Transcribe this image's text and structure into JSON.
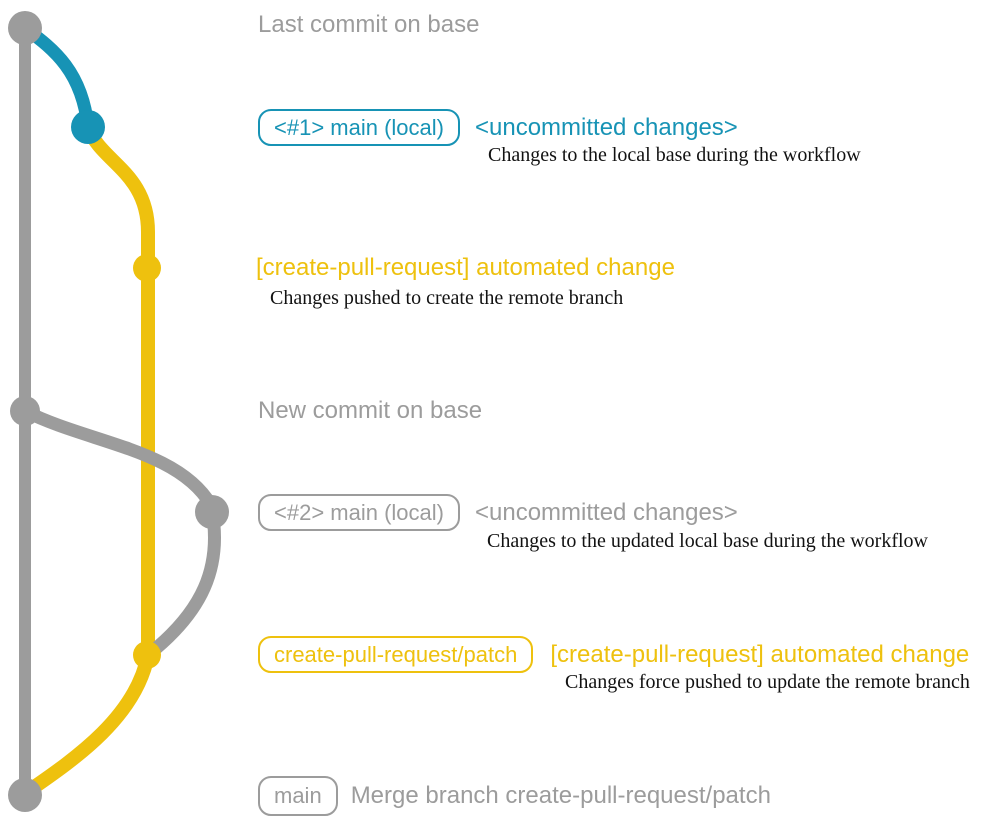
{
  "colors": {
    "gray": "#9c9c9c",
    "blue": "#1793b5",
    "yellow": "#eec10e",
    "ink": "#121212"
  },
  "graph": {
    "lanes": [
      {
        "name": "base",
        "color": "gray"
      },
      {
        "name": "local main changes",
        "color": "blue"
      },
      {
        "name": "create-pull-request/patch",
        "color": "yellow"
      }
    ],
    "commit_dots": [
      "gray",
      "blue",
      "yellow",
      "gray",
      "gray",
      "yellow",
      "gray"
    ]
  },
  "annotations": {
    "rows": [
      {
        "heading": "Last commit on base"
      },
      {
        "badge": "<#1> main (local)",
        "label": "<uncommitted changes>",
        "desc": "Changes to the local base during the workflow"
      },
      {
        "label": "[create-pull-request] automated change",
        "desc": "Changes pushed to create the remote branch"
      },
      {
        "heading": "New commit on base"
      },
      {
        "badge": "<#2> main (local)",
        "label": "<uncommitted changes>",
        "desc": "Changes to the updated local base during the workflow"
      },
      {
        "badge": "create-pull-request/patch",
        "label": "[create-pull-request] automated change",
        "desc": "Changes force pushed to update the remote branch"
      },
      {
        "badge": "main",
        "label": "Merge branch create-pull-request/patch"
      }
    ]
  }
}
